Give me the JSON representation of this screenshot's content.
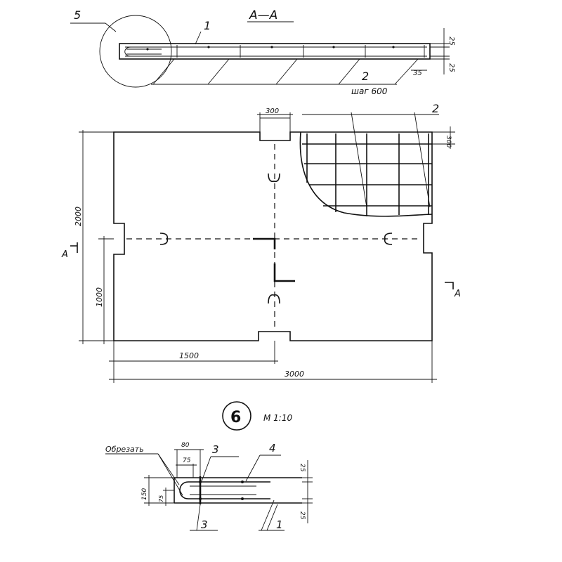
{
  "section": {
    "title": "А—А",
    "label_5": "5",
    "label_1": "1",
    "label_2": "2",
    "dim_25_top": "25",
    "dim_25_bottom": "25",
    "dim_35": "35",
    "spacing_note": "шаг 600"
  },
  "plan": {
    "dim_300": "300",
    "label_2": "2",
    "dim_300_right": "300",
    "dim_2000": "2000",
    "dim_1000": "1000",
    "dim_1500": "1500",
    "dim_3000": "3000",
    "section_mark_left": "А",
    "section_mark_right": "А"
  },
  "detail": {
    "number": "6",
    "scale": "М 1:10",
    "cut_note": "Обрезать",
    "dim_80": "80",
    "dim_75": "75",
    "label_3_top": "3",
    "label_4": "4",
    "dim_25_top": "25",
    "dim_150": "150",
    "dim_75_left": "75",
    "label_3_bottom": "3",
    "label_1": "1",
    "dim_25_bottom": "25"
  }
}
